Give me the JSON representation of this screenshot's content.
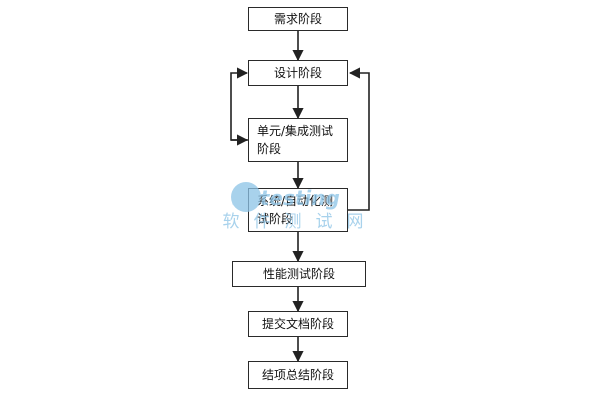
{
  "nodes": [
    {
      "id": "requirements",
      "text": "需求阶段"
    },
    {
      "id": "design",
      "text": "设计阶段"
    },
    {
      "id": "unit-integration",
      "text": "单元/集成测试\n阶段"
    },
    {
      "id": "system-automation",
      "text": "系统/自动化测\n试阶段"
    },
    {
      "id": "performance",
      "text": "性能测试阶段"
    },
    {
      "id": "documentation",
      "text": "提交文档阶段"
    },
    {
      "id": "closure",
      "text": "结项总结阶段"
    }
  ],
  "watermark": {
    "logo": "51testing",
    "caption": "软件测试网",
    "color": "#8cc3e6"
  },
  "colors": {
    "stroke": "#222222",
    "text": "#111111"
  }
}
